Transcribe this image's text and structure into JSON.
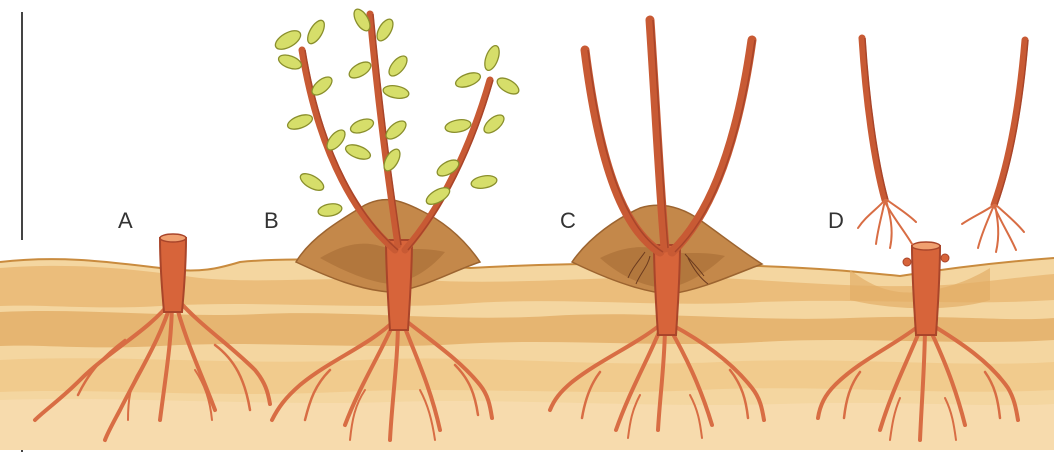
{
  "stages": [
    {
      "id": "A",
      "label": "A"
    },
    {
      "id": "B",
      "label": "B"
    },
    {
      "id": "C",
      "label": "C"
    },
    {
      "id": "D",
      "label": "D"
    }
  ],
  "colors": {
    "soil_light": "#f3cf93",
    "soil_mid": "#e8b56a",
    "soil_dark": "#c98b3e",
    "soil_mound": "#b87a3a",
    "stem": "#d7643a",
    "stem_dark": "#a9452a",
    "root": "#d86d44",
    "leaf": "#d6de6a",
    "leaf_edge": "#8a8f2c",
    "axis_line": "#444444",
    "label": "#333333"
  }
}
